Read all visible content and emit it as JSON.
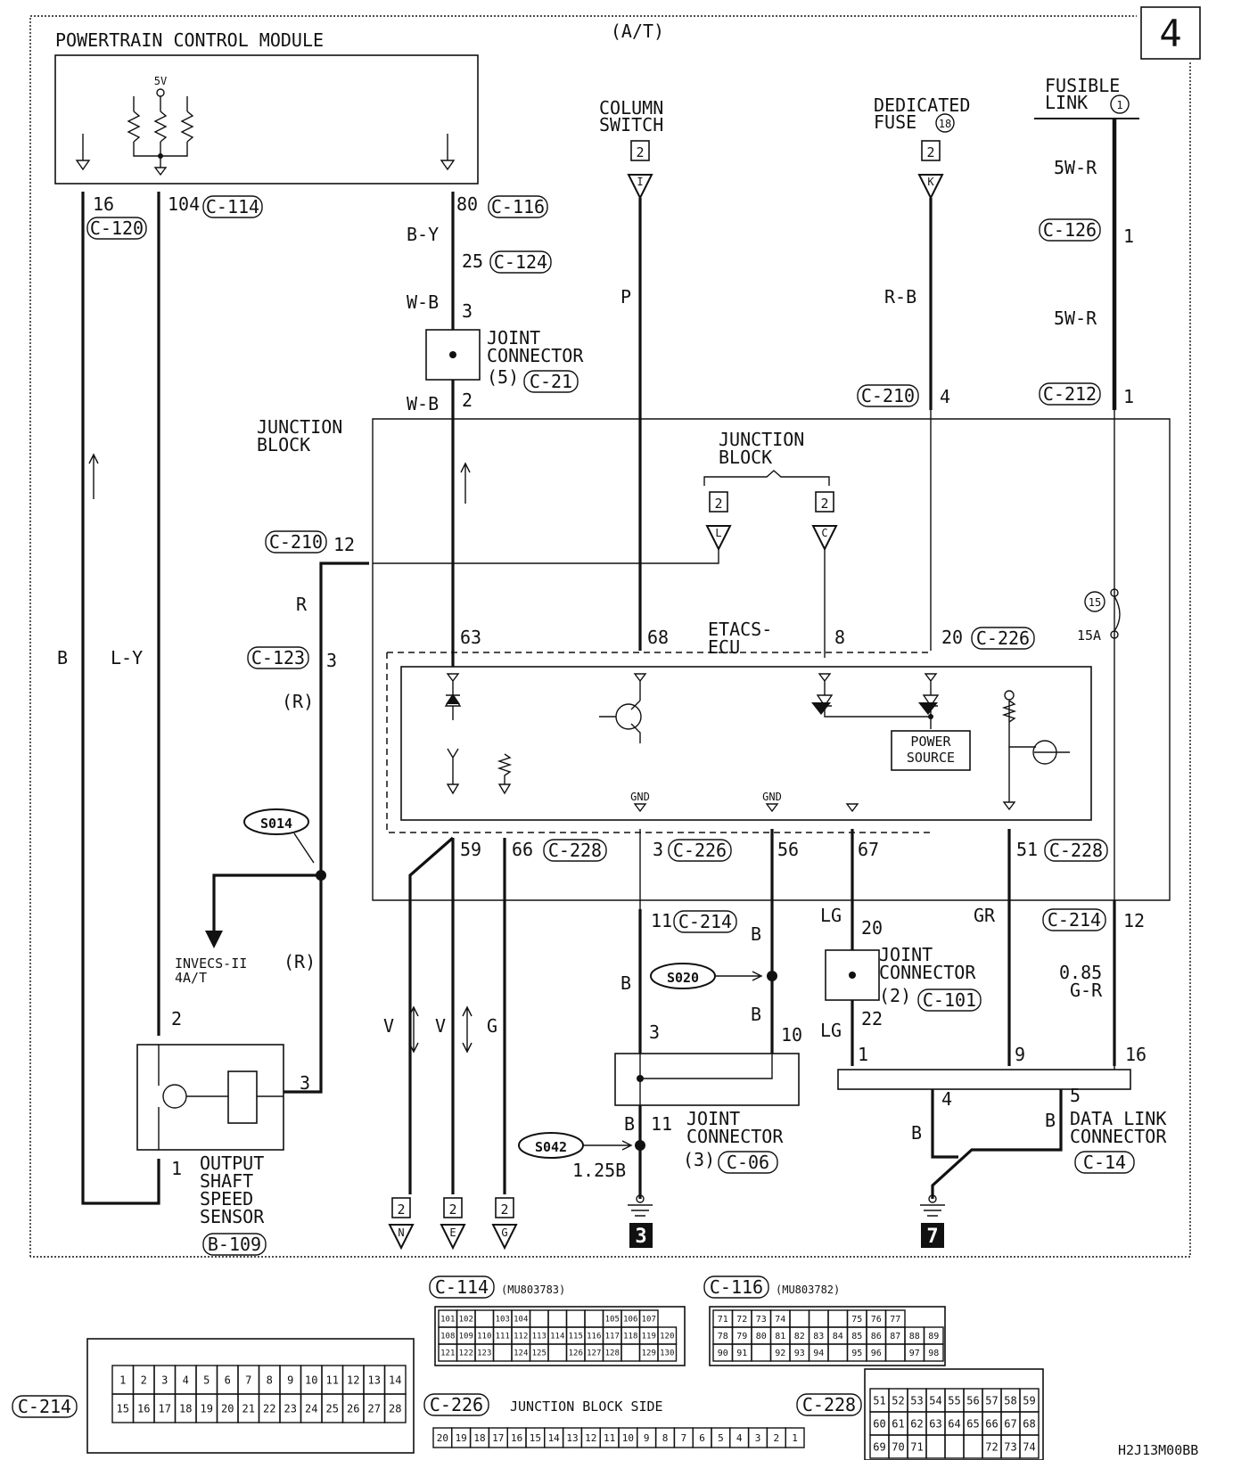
{
  "page": {
    "number": "4",
    "variant": "(A/T)",
    "footer_code": "H2J13M00BB"
  },
  "pcm": {
    "title": "POWERTRAIN CONTROL MODULE",
    "voltage": "5V",
    "pins": [
      {
        "pin": "16",
        "connector": "C-120",
        "wire": "B"
      },
      {
        "pin": "104",
        "connector": "C-114",
        "wire": "L-Y"
      },
      {
        "pin": "80",
        "connector": "C-116",
        "wire": "B-Y"
      }
    ]
  },
  "sources": {
    "column_switch": {
      "label1": "COLUMN",
      "label2": "SWITCH",
      "ref": "2",
      "letter": "I",
      "wire": "P"
    },
    "dedicated_fuse": {
      "label1": "DEDICATED",
      "label2": "FUSE",
      "fuse_no": "18",
      "ref": "2",
      "letter": "K",
      "wire": "R-B"
    },
    "fusible_link": {
      "label1": "FUSIBLE",
      "label2": "LINK",
      "link_no": "1",
      "wire": "5W-R"
    }
  },
  "connectors": {
    "c124": {
      "pin": "25",
      "name": "C-124"
    },
    "c21_top": {
      "pin": "3",
      "wire": "W-B"
    },
    "c21_bot": {
      "pin": "2",
      "wire": "W-B"
    },
    "c126": {
      "pin": "1",
      "name": "C-126"
    },
    "c210a": {
      "pin": "4",
      "name": "C-210"
    },
    "c210b": {
      "pin": "12",
      "name": "C-210"
    },
    "c212": {
      "pin": "1",
      "name": "C-212"
    },
    "c123": {
      "pin": "3",
      "name": "C-123"
    },
    "c226a": {
      "pin": "20",
      "name": "C-226"
    },
    "c226b": {
      "pin": "3",
      "name": "C-226"
    },
    "c228a": {
      "pin": "66",
      "name": "C-228"
    },
    "c228b": {
      "pin": "51",
      "name": "C-228"
    },
    "c214a": {
      "pin": "11",
      "name": "C-214"
    },
    "c214b": {
      "pin": "12",
      "name": "C-214"
    }
  },
  "joint_connector_5": {
    "l1": "JOINT",
    "l2": "CONNECTOR",
    "num": "(5)",
    "name": "C-21"
  },
  "joint_connector_2": {
    "l1": "JOINT",
    "l2": "CONNECTOR",
    "num": "(2)",
    "name": "C-101",
    "pin_top": "20",
    "pin_bot": "22",
    "wire": "LG"
  },
  "joint_connector_3": {
    "l1": "JOINT",
    "l2": "CONNECTOR",
    "num": "(3)",
    "name": "C-06",
    "pin_a": "3",
    "pin_b": "10",
    "pin_c": "11"
  },
  "junction_block": {
    "l1": "JUNCTION",
    "l2": "BLOCK",
    "ref_L": "L",
    "ref_C": "C",
    "ref": "2"
  },
  "etacs": {
    "l1": "ETACS-",
    "l2": "ECU",
    "pins_top": [
      "63",
      "68",
      "8",
      "20"
    ],
    "pins_bottom": [
      "59",
      "66",
      "3",
      "56",
      "67",
      "51"
    ],
    "gnd": "GND",
    "power_source_1": "POWER",
    "power_source_2": "SOURCE"
  },
  "fuse15": {
    "num": "15",
    "rating": "15A"
  },
  "wires": {
    "R": "R",
    "R_paren": "(R)",
    "LY": "L-Y",
    "B": "B",
    "V": "V",
    "G": "G",
    "GR": "GR",
    "LG": "LG",
    "GR085_1": "0.85",
    "GR085_2": "G-R",
    "B125": "1.25B"
  },
  "splices": [
    "S014",
    "S020",
    "S042"
  ],
  "invecs": {
    "l1": "INVECS-II",
    "l2": "4A/T"
  },
  "oss": {
    "l1": "OUTPUT",
    "l2": "SHAFT",
    "l3": "SPEED",
    "l4": "SENSOR",
    "name": "B-109",
    "pin_top": "2",
    "pin_right": "3",
    "pin_bot": "1"
  },
  "dlc": {
    "l1": "DATA LINK",
    "l2": "CONNECTOR",
    "name": "C-14",
    "pins": [
      "1",
      "9",
      "16",
      "4",
      "5"
    ]
  },
  "grounds": {
    "g3": "3",
    "g7": "7"
  },
  "bottom_refs": [
    {
      "ref": "2",
      "letter": "N"
    },
    {
      "ref": "2",
      "letter": "E"
    },
    {
      "ref": "2",
      "letter": "G"
    }
  ],
  "connector_views": {
    "c114": {
      "name": "C-114",
      "part": "(MU803783)",
      "rows": [
        [
          "101",
          "102",
          "",
          "103",
          "104",
          "",
          "",
          "",
          "",
          "105",
          "106",
          "107"
        ],
        [
          "108",
          "109",
          "110",
          "111",
          "112",
          "113",
          "114",
          "115",
          "116",
          "117",
          "118",
          "119",
          "120"
        ],
        [
          "121",
          "122",
          "123",
          "",
          "124",
          "125",
          "",
          "126",
          "127",
          "128",
          "",
          "129",
          "130"
        ]
      ]
    },
    "c116": {
      "name": "C-116",
      "part": "(MU803782)",
      "rows": [
        [
          "71",
          "72",
          "73",
          "74",
          "",
          "",
          "",
          "75",
          "76",
          "77"
        ],
        [
          "78",
          "79",
          "80",
          "81",
          "82",
          "83",
          "84",
          "85",
          "86",
          "87",
          "88",
          "89"
        ],
        [
          "90",
          "91",
          "",
          "92",
          "93",
          "94",
          "",
          "95",
          "96",
          "",
          "97",
          "98"
        ]
      ]
    },
    "c214": {
      "name": "C-214",
      "rows": [
        [
          "1",
          "2",
          "3",
          "4",
          "5",
          "6",
          "7",
          "8",
          "9",
          "10",
          "11",
          "12",
          "13",
          "14"
        ],
        [
          "15",
          "16",
          "17",
          "18",
          "19",
          "20",
          "21",
          "22",
          "23",
          "24",
          "25",
          "26",
          "27",
          "28"
        ]
      ]
    },
    "c226": {
      "name": "C-226",
      "side": "JUNCTION BLOCK SIDE",
      "row": [
        "20",
        "19",
        "18",
        "17",
        "16",
        "15",
        "14",
        "13",
        "12",
        "11",
        "10",
        "9",
        "8",
        "7",
        "6",
        "5",
        "4",
        "3",
        "2",
        "1"
      ]
    },
    "c228": {
      "name": "C-228",
      "rows": [
        [
          "51",
          "52",
          "53",
          "54",
          "55",
          "56",
          "57",
          "58",
          "59"
        ],
        [
          "60",
          "61",
          "62",
          "63",
          "64",
          "65",
          "66",
          "67",
          "68"
        ],
        [
          "69",
          "70",
          "71",
          "",
          "",
          "",
          "72",
          "73",
          "74"
        ]
      ]
    }
  }
}
